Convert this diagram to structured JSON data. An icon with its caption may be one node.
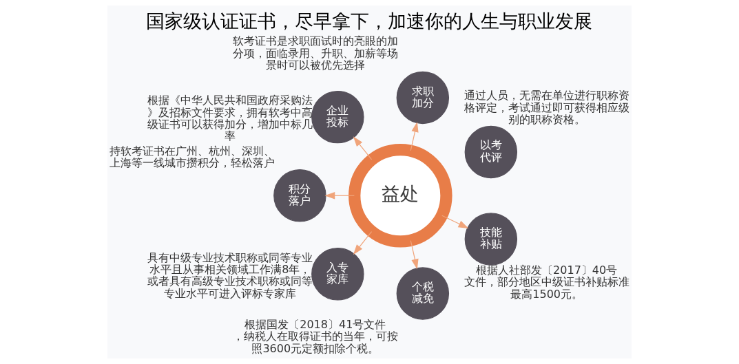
{
  "diagram": {
    "title": "国家级认证证书，尽早拿下，加速你的人生与职业发展",
    "nodes": [
      {
        "text": [
          "以考代评"
        ],
        "beside": [
          "通过人员，无需在单位进行职称资格评定，考试通过即可获得相应级别的职称资格。"
        ]
      },
      {
        "text": [
          "求职加分"
        ],
        "beside": [
          "软考证书是求职面试时的亮眼的加分项，面临录用、升职、加薪等场景时可以被优先选择"
        ]
      },
      {
        "text": [
          "企业投标"
        ],
        "beside": [
          "根据《中华人民共和国政府采购法》及招标文件要求，拥有软考中高级证书可以获得加分，增加中标几率"
        ]
      },
      {
        "text": [
          "积分落户"
        ],
        "beside": [
          "持软考证书在广州、杭州、深圳、上海等一线城市攒积分，轻松落户"
        ]
      },
      {
        "text": [
          "益处"
        ]
      },
      {
        "text": [
          "入专家库"
        ],
        "beside": [
          "具有中级专业技术职称或同等专业水平且从事相关领域工作满8年，或者具有高级专业技术职称或同等专业水平可进入评标专家库"
        ]
      },
      {
        "text": [
          "个税减免"
        ],
        "beside": [
          "根据国发〔2018〕41号文件，纳税人在取得证书的当年，可按照3600元定额扣除个税。"
        ]
      },
      {
        "text": [
          "技能补贴"
        ],
        "beside": [
          "根据人社部发〔2017〕40号文件，部分地区中级证书补贴标准最高1500元。"
        ]
      }
    ],
    "edges": [
      {
        "from": 4,
        "to": 1,
        "arrow": "to"
      },
      {
        "from": 4,
        "to": 3,
        "arrow": "to"
      },
      {
        "from": 4,
        "to": 6,
        "arrow": "to"
      },
      {
        "from": 4,
        "to": 2,
        "arrow": "to"
      },
      {
        "from": 4,
        "to": 5,
        "arrow": "to"
      },
      {
        "from": 4,
        "to": 7,
        "arrow": "to"
      }
    ]
  }
}
